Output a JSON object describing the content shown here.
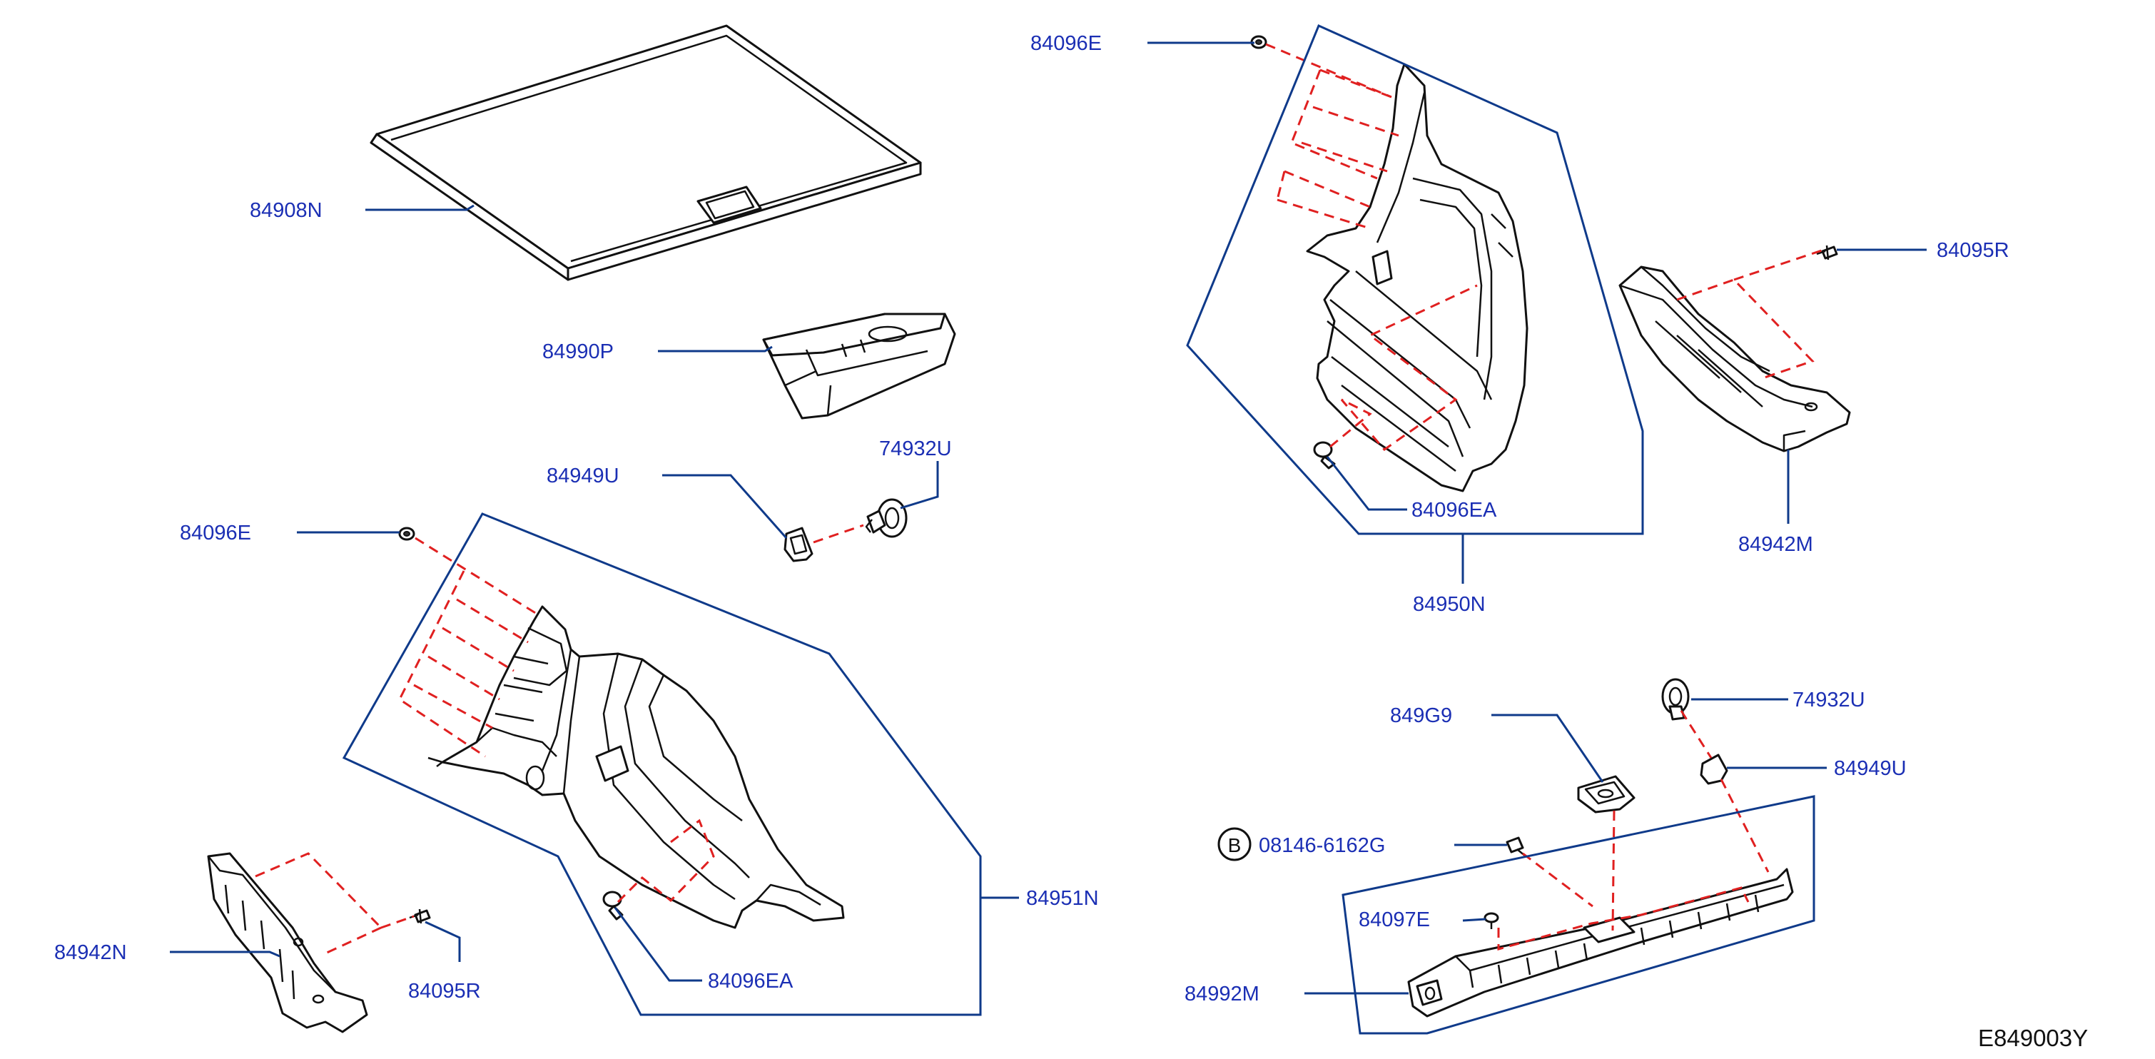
{
  "diagram_code": "E849003Y",
  "callout_letter": "B",
  "colors": {
    "label": "#1b2fb4",
    "leader": "#0f3a8a",
    "dashed_link": "#e02020",
    "part_outline": "#111111"
  },
  "labels": {
    "p84908N": "84908N",
    "p84990P": "84990P",
    "p84949U_a": "84949U",
    "p74932U_a": "74932U",
    "p84096E_left": "84096E",
    "p84942N": "84942N",
    "p84095R_left": "84095R",
    "p84096EA_left": "84096EA",
    "p84951N": "84951N",
    "p84096E_top": "84096E",
    "p84096EA_right": "84096EA",
    "p84950N": "84950N",
    "p84095R_right": "84095R",
    "p84942M": "84942M",
    "p849G9": "849G9",
    "p74932U_b": "74932U",
    "p84949U_b": "84949U",
    "p08146": "08146-6162G",
    "p84097E": "84097E",
    "p84992M": "84992M"
  }
}
